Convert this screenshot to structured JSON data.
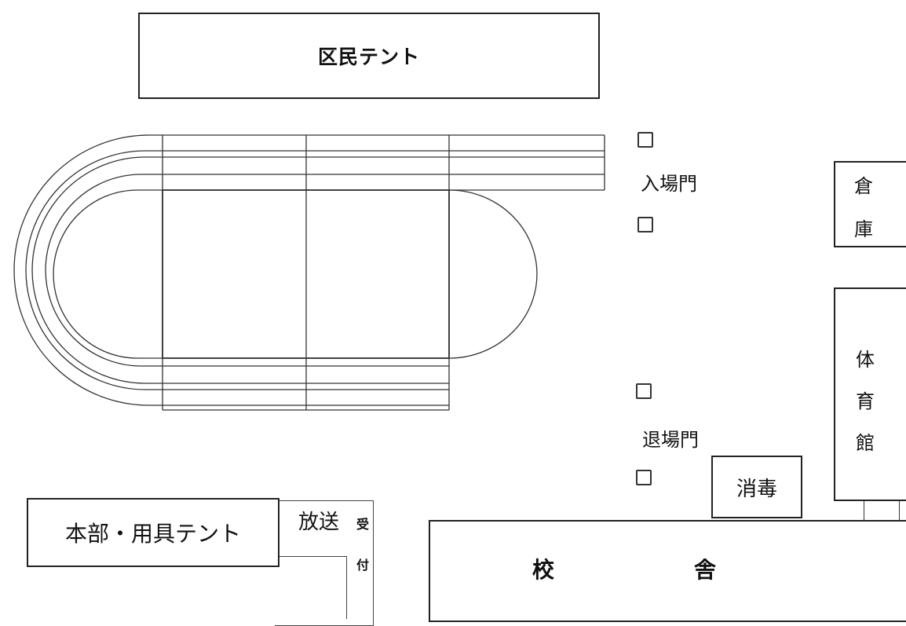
{
  "tent_resident": "区民テント",
  "entrance_gate": "入場門",
  "exit_gate": "退場門",
  "warehouse": [
    "倉",
    "庫"
  ],
  "gymnasium": [
    "体",
    "育",
    "館"
  ],
  "disinfection": "消毒",
  "hq_tent": "本部・用具テント",
  "broadcast": "放送",
  "reception": [
    "受",
    "付"
  ],
  "school_building": [
    "校",
    "舎"
  ]
}
